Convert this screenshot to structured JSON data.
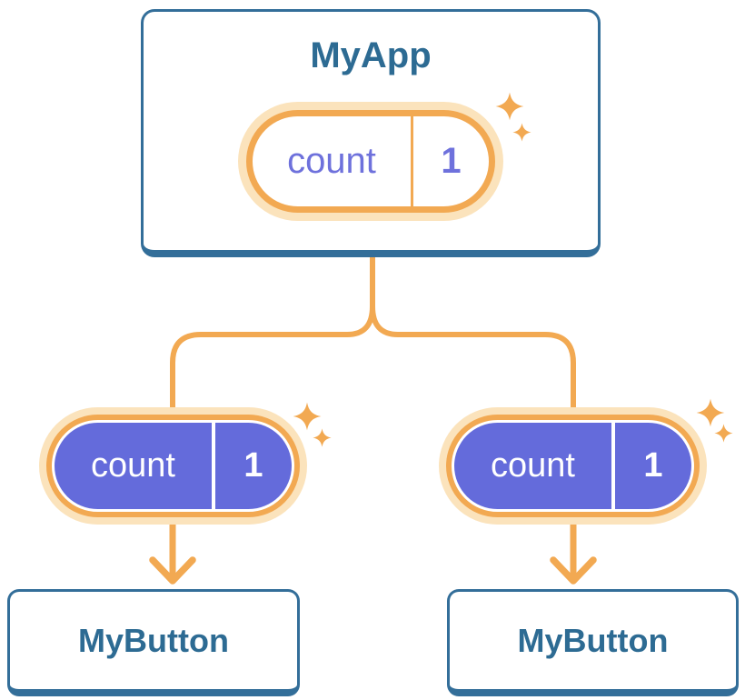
{
  "diagram": {
    "root": {
      "title": "MyApp",
      "state_pill": {
        "label": "count",
        "value": "1"
      }
    },
    "children": [
      {
        "title": "MyButton",
        "prop_pill": {
          "label": "count",
          "value": "1"
        }
      },
      {
        "title": "MyButton",
        "prop_pill": {
          "label": "count",
          "value": "1"
        }
      }
    ]
  },
  "icons": {
    "sparkle": "sparkle-icon",
    "arrow": "arrow-down-icon"
  },
  "colors": {
    "orange": "#F2A952",
    "orange-halo": "#FBE3BC",
    "purple": "#646BDB",
    "purple-text": "#6E71DC",
    "blue-border": "#336E99",
    "blue-text": "#2D6B93",
    "white": "#FFFFFF"
  }
}
